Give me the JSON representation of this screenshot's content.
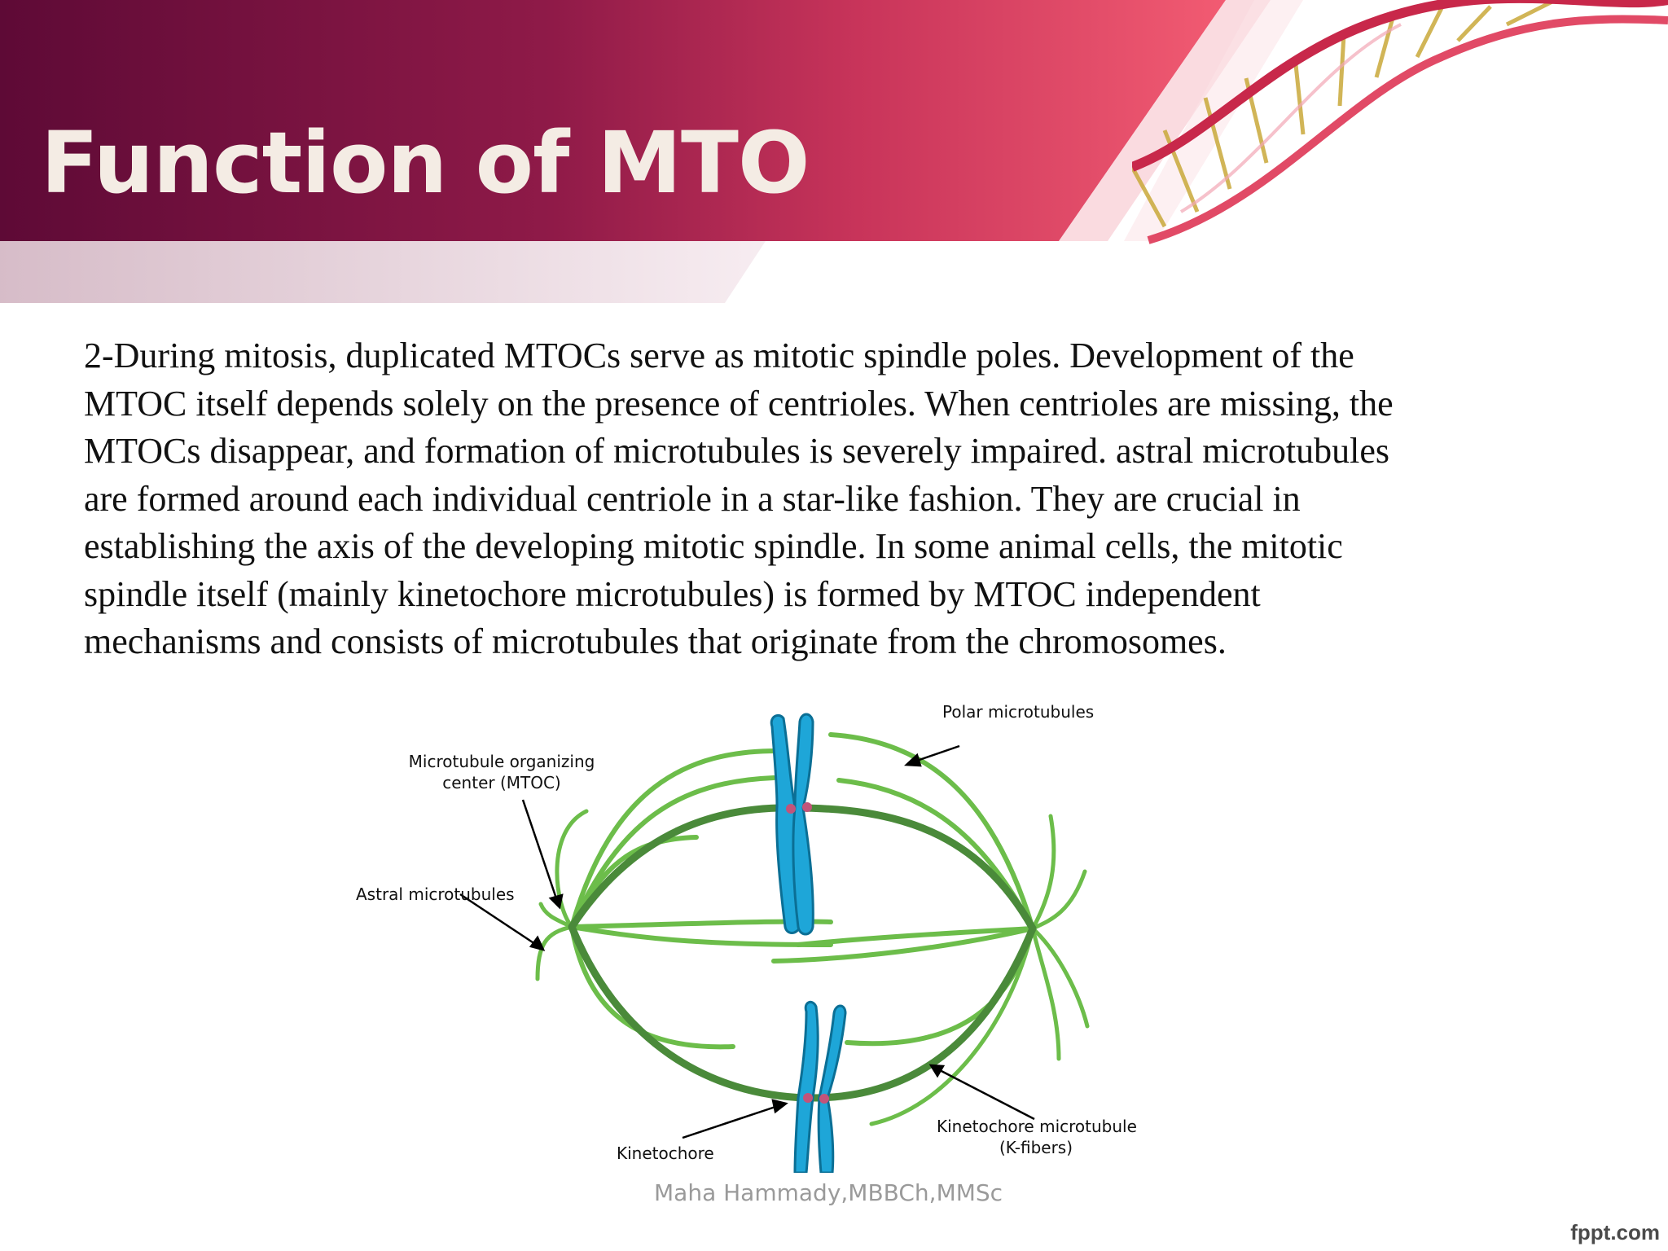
{
  "slide": {
    "title": "Function of MTO",
    "paragraph": "2-During mitosis, duplicated MTOCs serve as mitotic spindle poles. Development of the MTOC itself depends solely on the presence of centrioles. When centrioles are missing, the MTOCs disappear, and formation of microtubules is severely impaired. astral microtubules are formed around each individual centriole in a star-like fashion. They are crucial in establishing the axis of the developing mitotic spindle. In some animal cells, the mitotic spindle itself (mainly kinetochore microtubules) is formed by MTOC independent mechanisms and consists of microtubules that originate from the chromosomes.",
    "footer": "Maha Hammady,MBBCh,MMSc",
    "watermark": "fppt.com"
  },
  "diagram": {
    "labels": {
      "polar": "Polar microtubules",
      "mtoc_line1": "Microtubule organizing",
      "mtoc_line2": "center (MTOC)",
      "astral": "Astral microtubules",
      "kinetochore": "Kinetochore",
      "kfiber_line1": "Kinetochore microtubule",
      "kfiber_line2": "(K-fibers)"
    }
  },
  "colors": {
    "banner_dark": "#5e0a36",
    "banner_mid": "#a8294f",
    "banner_light": "#f05a70",
    "title": "#f4ece4",
    "spindle_dark": "#4a8a3a",
    "spindle_light": "#6cbd4a",
    "chromosome": "#1ea6d8"
  }
}
